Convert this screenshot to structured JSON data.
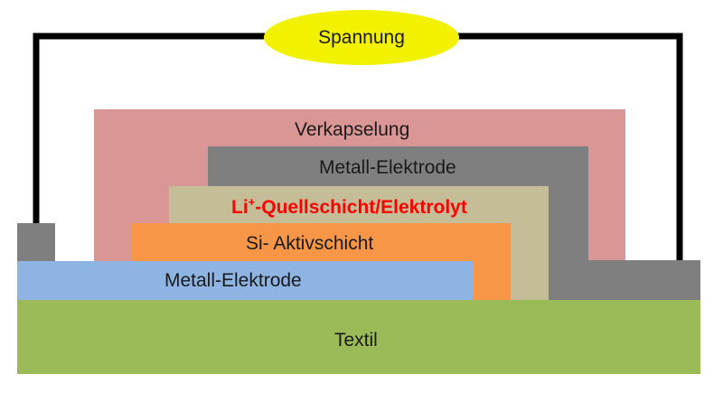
{
  "title": "",
  "voltage": {
    "label": "Spannung",
    "color": "#f2f200"
  },
  "wire": {
    "color": "#000000"
  },
  "layers": {
    "encapsulation": {
      "label": "Verkapselung",
      "color": "#d99694"
    },
    "top_electrode": {
      "label": "Metall-Elektrode",
      "color": "#7f7f7f"
    },
    "li_source": {
      "label_prefix": "Li",
      "label_superscript": "+",
      "label_suffix": "-Quellschicht/Elektrolyt",
      "color": "#c4bd97",
      "text_color": "#ff0000"
    },
    "si_active": {
      "label": "Si- Aktivschicht",
      "color": "#f79646"
    },
    "bottom_electrode": {
      "label": "Metall-Elektrode",
      "color": "#8eb4e3"
    },
    "textile": {
      "label": "Textil",
      "color": "#9bbb59"
    },
    "contact_pads": {
      "color": "#7f7f7f"
    }
  }
}
